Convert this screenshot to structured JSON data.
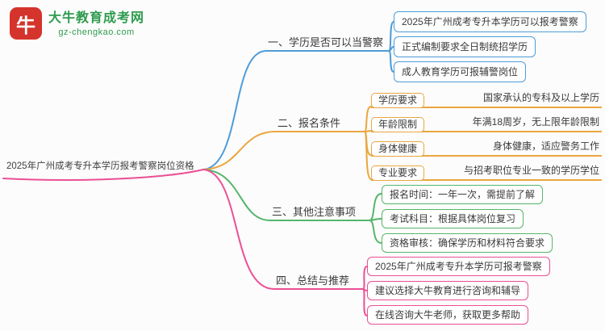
{
  "brand": {
    "logo_glyph": "牛",
    "logo_bg": "#d5342c",
    "name": "大牛教育成考网",
    "domain": "gz-chengkao.com",
    "text_color": "#2e9b4e"
  },
  "root": {
    "label": "2025年广州成考专升本学历报考警察岗位资格"
  },
  "branches": [
    {
      "label": "一、学历是否可以当警察",
      "color": "#4e9cd8",
      "children": [
        {
          "text": "2025年广州成考专升本学历可以报考警察"
        },
        {
          "text": "正式编制要求全日制统招学历"
        },
        {
          "text": "成人教育学历可报辅警岗位"
        }
      ]
    },
    {
      "label": "二、报名条件",
      "color": "#eaa640",
      "children": [
        {
          "label": "学历要求",
          "text": "国家承认的专科及以上学历"
        },
        {
          "label": "年龄限制",
          "text": "年满18周岁，无上限年龄限制"
        },
        {
          "label": "身体健康",
          "text": "身体健康，适应警务工作"
        },
        {
          "label": "专业要求",
          "text": "与招考职位专业一致的学历学位"
        }
      ]
    },
    {
      "label": "三、其他注意事项",
      "color": "#56b56a",
      "children": [
        {
          "text": "报名时间：一年一次，需提前了解"
        },
        {
          "text": "考试科目：根据具体岗位复习"
        },
        {
          "text": "资格审核：确保学历和材料符合要求"
        }
      ]
    },
    {
      "label": "四、总结与推荐",
      "color": "#ec4f94",
      "children": [
        {
          "text": "2025年广州成考专升本学历可报考警察"
        },
        {
          "text": "建议选择大牛教育进行咨询和辅导"
        },
        {
          "text": "在线咨询大牛老师，获取更多帮助"
        }
      ]
    }
  ]
}
